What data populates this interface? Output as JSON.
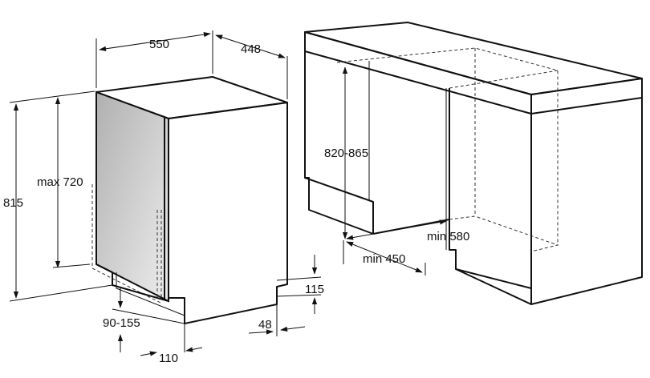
{
  "dimensions": {
    "width": "550",
    "depth": "448",
    "height": "815",
    "max_height": "max 720",
    "adjust": "90-155",
    "plinth": "110",
    "foot_height": "115",
    "foot_width": "48",
    "niche_height": "820-865",
    "niche_width": "min 450",
    "niche_depth": "min 580"
  },
  "colors": {
    "line": "#111111",
    "door_fill_top": "#b5b5b5",
    "door_fill_bottom": "#e8e8e8"
  }
}
